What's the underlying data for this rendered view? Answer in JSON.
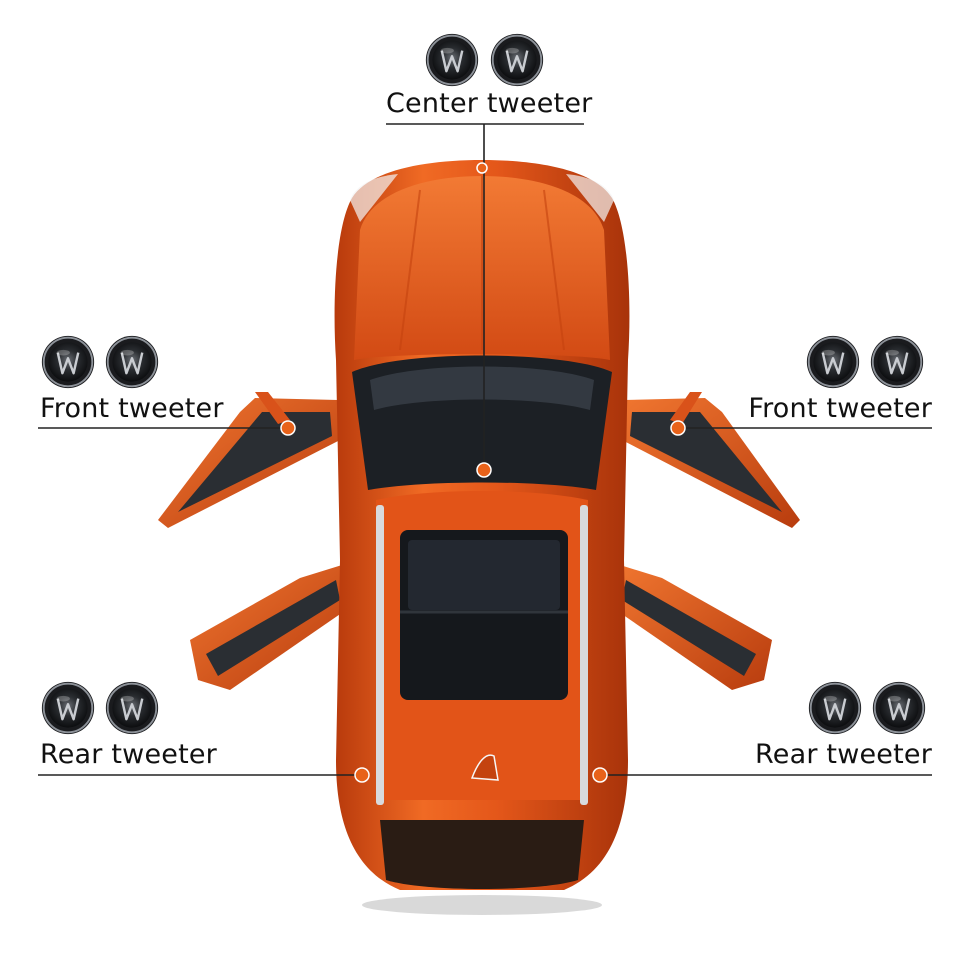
{
  "labels": {
    "center": "Center tweeter",
    "front_left": "Front tweeter",
    "front_right": "Front tweeter",
    "rear_left": "Rear tweeter",
    "rear_right": "Rear tweeter"
  },
  "icons": {
    "speaker": "tweeter-speaker-icon",
    "car": "car-top-view"
  },
  "colors": {
    "car_body": "#e0501a",
    "marker": "#e8621a",
    "leader_line": "#222222",
    "glass": "#1c2025"
  }
}
